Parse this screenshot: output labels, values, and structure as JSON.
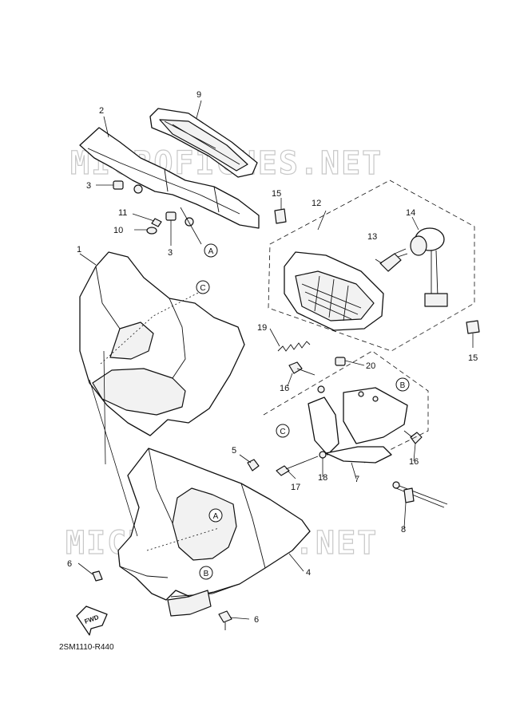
{
  "watermarks": [
    "MICROFICHES.NET",
    "MICROFICHES.NET"
  ],
  "callouts": {
    "c1": "1",
    "c2": "2",
    "c3a": "3",
    "c3b": "3",
    "c4": "4",
    "c5": "5",
    "c6a": "6",
    "c6b": "6",
    "c7": "7",
    "c8": "8",
    "c9": "9",
    "c10": "10",
    "c11": "11",
    "c12": "12",
    "c13": "13",
    "c14": "14",
    "c15a": "15",
    "c15b": "15",
    "c16a": "16",
    "c16b": "16",
    "c17": "17",
    "c18": "18",
    "c19": "19",
    "c20": "20"
  },
  "refs": {
    "A1": "A",
    "A2": "A",
    "B1": "B",
    "B2": "B",
    "C1": "C",
    "C2": "C"
  },
  "forward_arrow": "FWD",
  "document_id": "2SM1110-R440"
}
